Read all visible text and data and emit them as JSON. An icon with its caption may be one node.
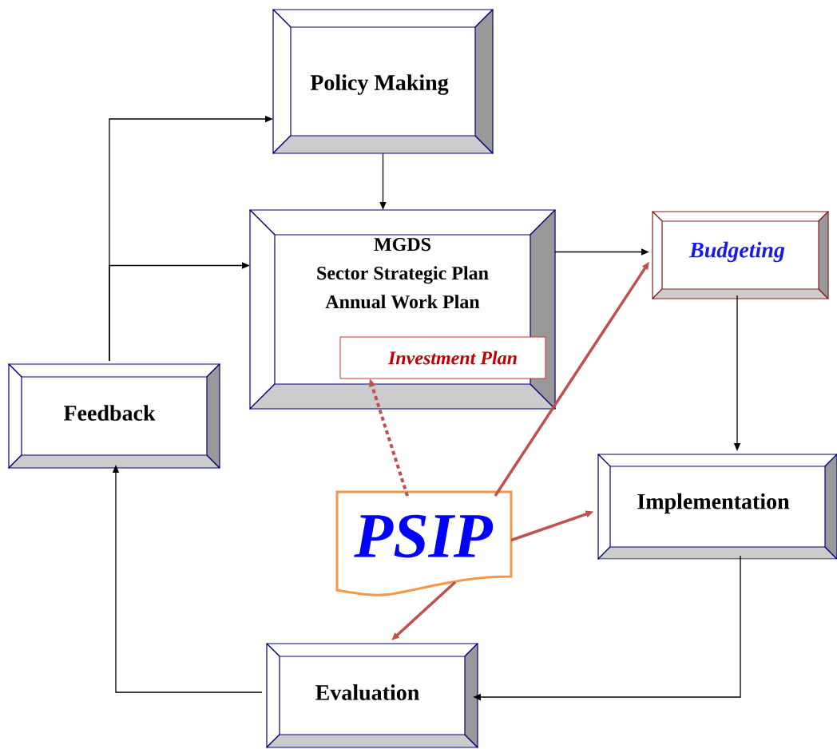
{
  "diagram": {
    "nodes": [
      {
        "text": [
          "Policy Making"
        ]
      },
      {
        "text": [
          "MGDS",
          "Sector Strategic Plan",
          "Annual Work Plan"
        ]
      },
      {
        "text": [
          "Investment Plan"
        ],
        "in": 1
      },
      {
        "text": [
          "Budgeting"
        ]
      },
      {
        "text": [
          "Implementation"
        ]
      },
      {
        "text": [
          "Evaluation"
        ]
      },
      {
        "text": [
          "Feedback"
        ]
      },
      {
        "text": [
          "PSIP"
        ]
      }
    ],
    "edges": [
      {
        "from": 6,
        "to": 0,
        "arrow": "to"
      },
      {
        "from": 6,
        "to": 1,
        "arrow": "to"
      },
      {
        "from": 0,
        "to": 1,
        "arrow": "to"
      },
      {
        "from": 1,
        "to": 3,
        "arrow": "to"
      },
      {
        "from": 3,
        "to": 4,
        "arrow": "to"
      },
      {
        "from": 4,
        "to": 5,
        "arrow": "to"
      },
      {
        "from": 5,
        "to": 6,
        "arrow": "to"
      },
      {
        "from": 7,
        "to": 2,
        "arrow": "to",
        "style": "dashed",
        "color": "#c0504d"
      },
      {
        "from": 7,
        "to": 3,
        "arrow": "to",
        "style": "thick",
        "color": "#c0504d"
      },
      {
        "from": 7,
        "to": 4,
        "arrow": "to",
        "style": "thick",
        "color": "#c0504d"
      },
      {
        "from": 7,
        "to": 5,
        "arrow": "to",
        "style": "thick",
        "color": "#c0504d"
      }
    ]
  }
}
